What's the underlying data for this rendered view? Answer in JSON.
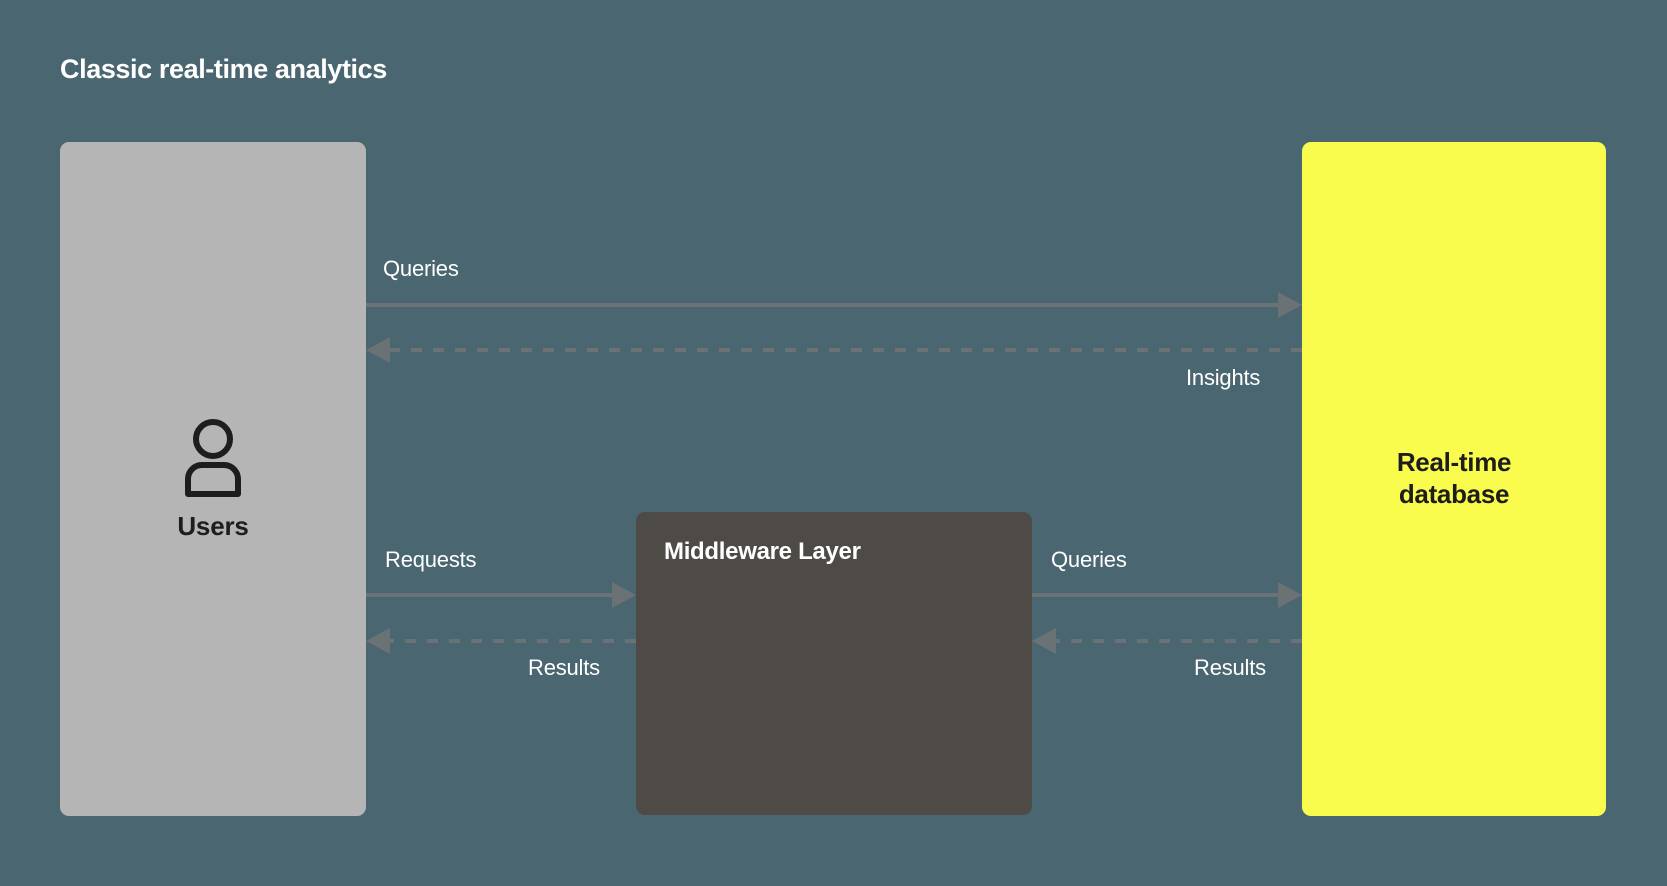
{
  "page": {
    "title": "Classic real-time analytics",
    "background_color": "#4a6670"
  },
  "nodes": {
    "users": {
      "label": "Users",
      "icon": "person-icon",
      "fill_color": "#b5b5b5",
      "text_color": "#1d1d1d"
    },
    "middleware": {
      "label": "Middleware Layer",
      "fill_color": "#4e4b47",
      "text_color": "#ffffff"
    },
    "database": {
      "label": "Real-time\ndatabase",
      "label_line1": "Real-time",
      "label_line2": "database",
      "fill_color": "#f9fb4d",
      "text_color": "#1d1d1d"
    }
  },
  "edges": {
    "users_to_database_queries": {
      "label": "Queries",
      "style": "solid",
      "direction": "right",
      "color": "#6b7276"
    },
    "database_to_users_insights": {
      "label": "Insights",
      "style": "dashed",
      "direction": "left",
      "color": "#6b7276"
    },
    "users_to_middleware_requests": {
      "label": "Requests",
      "style": "solid",
      "direction": "right",
      "color": "#6b7276"
    },
    "middleware_to_users_results": {
      "label": "Results",
      "style": "dashed",
      "direction": "left",
      "color": "#6b7276"
    },
    "middleware_to_database_queries": {
      "label": "Queries",
      "style": "solid",
      "direction": "right",
      "color": "#6b7276"
    },
    "database_to_middleware_results": {
      "label": "Results",
      "style": "dashed",
      "direction": "left",
      "color": "#6b7276"
    }
  }
}
